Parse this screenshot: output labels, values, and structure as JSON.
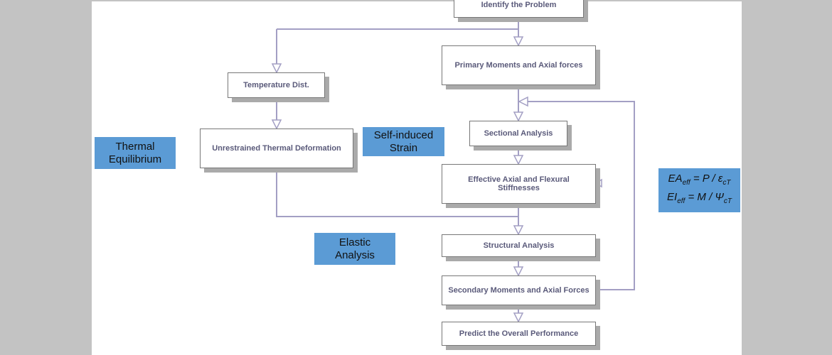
{
  "nodes": {
    "identify": "Identify the Problem",
    "primary": "Primary Moments and Axial forces",
    "temperature": "Temperature Dist.",
    "sectional": "Sectional Analysis",
    "unrestrained": "Unrestrained Thermal Deformation",
    "effective": "Effective Axial and Flexural Stiffnesses",
    "structural": "Structural Analysis",
    "secondary": "Secondary Moments and Axial Forces",
    "predict": "Predict the Overall Performance"
  },
  "labels": {
    "thermal": "Thermal Equilibrium",
    "self_induced": "Self-induced Strain",
    "elastic": "Elastic Analysis"
  },
  "formula": {
    "line1": {
      "lhs": "EA",
      "lhs_sub": "eff",
      "rhs": "= P / ε",
      "rhs_sub": "cT"
    },
    "line2": {
      "lhs": "EI",
      "lhs_sub": "eff",
      "rhs": "= M / Ψ",
      "rhs_sub": "cT"
    }
  },
  "colors": {
    "label_fill": "#5b9bd5",
    "connector": "#a39fc4"
  }
}
